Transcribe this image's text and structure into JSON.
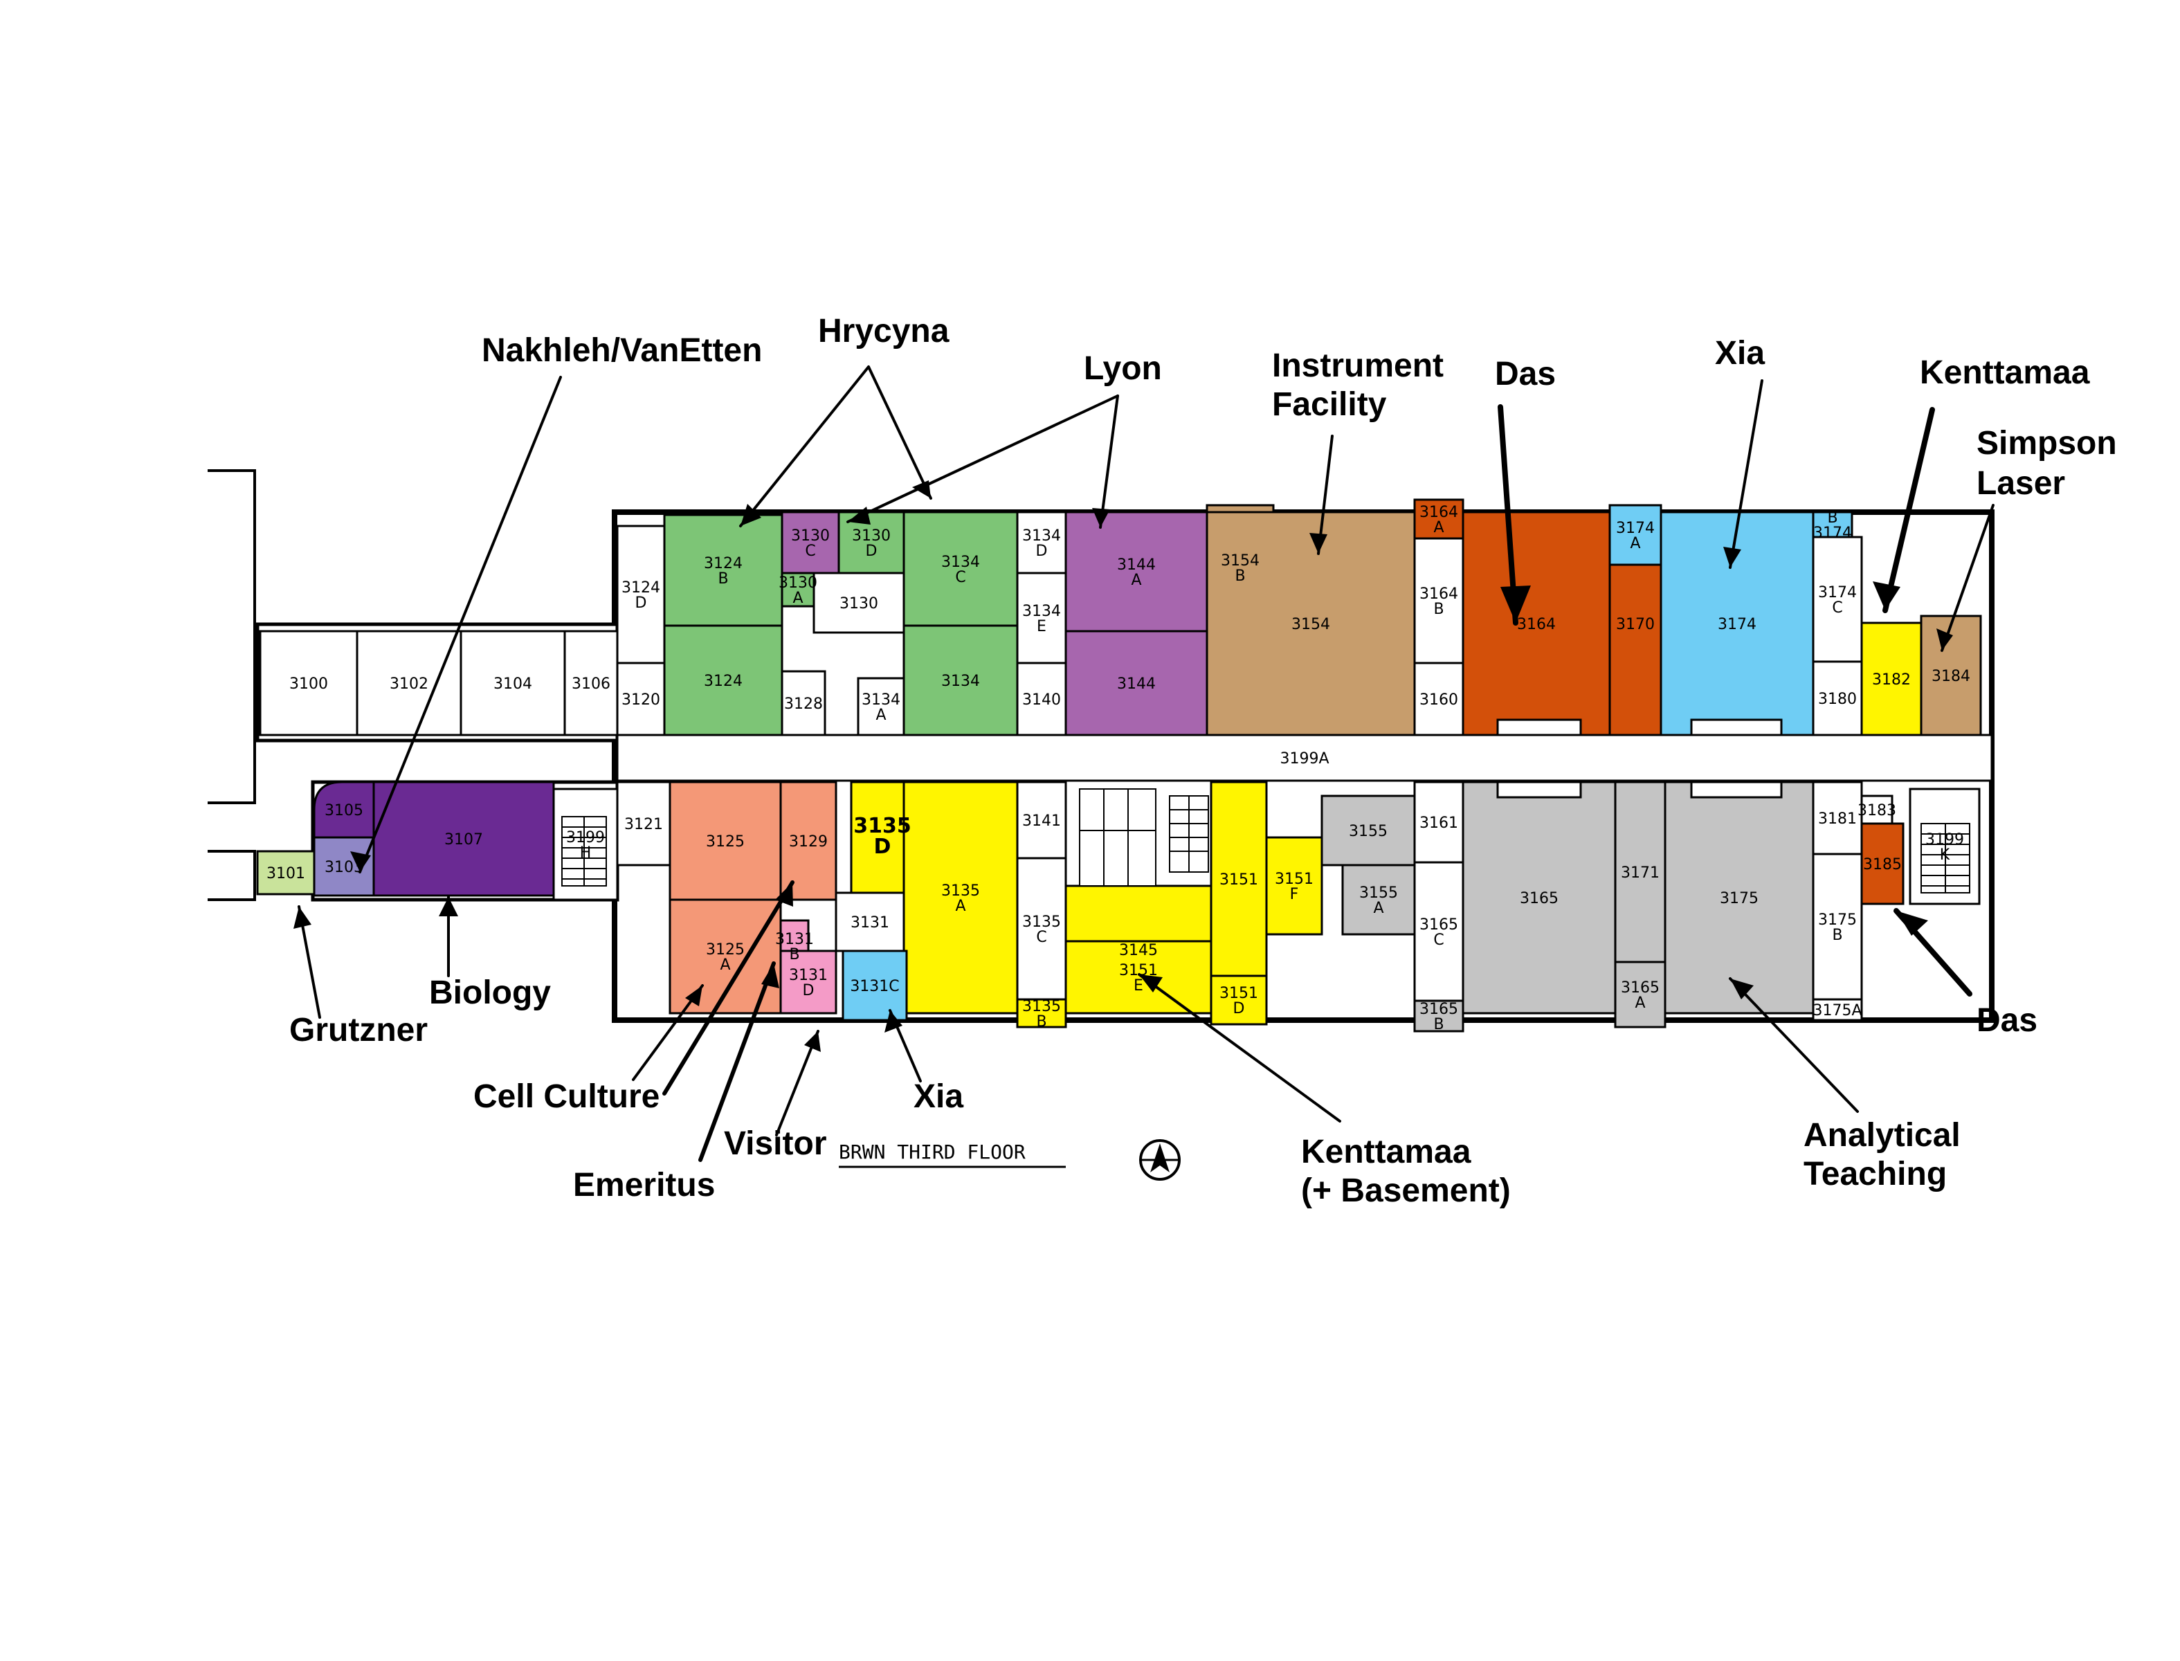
{
  "palette": {
    "green": "#7dc576",
    "purple": "#a766ae",
    "tan": "#c79d6c",
    "orange": "#d3500a",
    "light_blue": "#6fcdf4",
    "yellow": "#fff500",
    "salmon": "#f49877",
    "gray": "#c4c4c4",
    "dark_purple": "#6a2a93",
    "lavender": "#8f87c6",
    "light_green": "#c9e39b",
    "pink": "#f49bc7",
    "corridor": "#ffffff",
    "wall": "#000000"
  },
  "caption": "BRWN THIRD FLOOR",
  "compass": "north-arrow-icon",
  "labels": [
    {
      "id": "nakhleh",
      "text": "Nakhleh/VanEtten"
    },
    {
      "id": "hrycyna",
      "text": "Hrycyna"
    },
    {
      "id": "lyon",
      "text": "Lyon"
    },
    {
      "id": "instrument1",
      "text": "Instrument"
    },
    {
      "id": "instrument2",
      "text": "Facility"
    },
    {
      "id": "das_top",
      "text": "Das"
    },
    {
      "id": "xia_top",
      "text": "Xia"
    },
    {
      "id": "kenttamaa_top",
      "text": "Kenttamaa"
    },
    {
      "id": "simpson1",
      "text": "Simpson"
    },
    {
      "id": "simpson2",
      "text": "Laser"
    },
    {
      "id": "biology",
      "text": "Biology"
    },
    {
      "id": "grutzner",
      "text": "Grutzner"
    },
    {
      "id": "cellculture",
      "text": "Cell Culture"
    },
    {
      "id": "visitor",
      "text": "Visitor"
    },
    {
      "id": "xia_bottom",
      "text": "Xia"
    },
    {
      "id": "emeritus",
      "text": "Emeritus"
    },
    {
      "id": "kenttamaa_b1",
      "text": "Kenttamaa"
    },
    {
      "id": "kenttamaa_b2",
      "text": "(+ Basement)"
    },
    {
      "id": "analytical1",
      "text": "Analytical"
    },
    {
      "id": "analytical2",
      "text": "Teaching"
    },
    {
      "id": "das_bottom",
      "text": "Das"
    }
  ],
  "rooms": [
    {
      "id": "r3100",
      "label": "3100",
      "color": "corridor"
    },
    {
      "id": "r3102",
      "label": "3102",
      "color": "corridor"
    },
    {
      "id": "r3104",
      "label": "3104",
      "color": "corridor"
    },
    {
      "id": "r3106",
      "label": "3106",
      "color": "corridor"
    },
    {
      "id": "r3120",
      "label": "3120",
      "color": "corridor"
    },
    {
      "id": "r3124d",
      "label": "3124 D",
      "color": "corridor"
    },
    {
      "id": "r3124b",
      "label": "3124 B",
      "color": "green"
    },
    {
      "id": "r3124",
      "label": "3124",
      "color": "green"
    },
    {
      "id": "r3128",
      "label": "3128",
      "color": "corridor"
    },
    {
      "id": "r3130c",
      "label": "3130 C",
      "color": "purple"
    },
    {
      "id": "r3130a",
      "label": "3130 A",
      "color": "green"
    },
    {
      "id": "r3130",
      "label": "3130",
      "color": "corridor"
    },
    {
      "id": "r3130d",
      "label": "3130 D",
      "color": "green"
    },
    {
      "id": "r3134a",
      "label": "3134 A",
      "color": "corridor"
    },
    {
      "id": "r3134c",
      "label": "3134 C",
      "color": "green"
    },
    {
      "id": "r3134",
      "label": "3134",
      "color": "green"
    },
    {
      "id": "r3134d",
      "label": "3134 D",
      "color": "corridor"
    },
    {
      "id": "r3134e",
      "label": "3134 E",
      "color": "corridor"
    },
    {
      "id": "r3140",
      "label": "3140",
      "color": "corridor"
    },
    {
      "id": "r3144a",
      "label": "3144 A",
      "color": "purple"
    },
    {
      "id": "r3144",
      "label": "3144",
      "color": "purple"
    },
    {
      "id": "r3154b",
      "label": "3154 B",
      "color": "tan"
    },
    {
      "id": "r3154",
      "label": "3154",
      "color": "tan"
    },
    {
      "id": "r3164a",
      "label": "3164 A",
      "color": "orange"
    },
    {
      "id": "r3164b",
      "label": "3164 B",
      "color": "corridor"
    },
    {
      "id": "r3160",
      "label": "3160",
      "color": "corridor"
    },
    {
      "id": "r3164",
      "label": "3164",
      "color": "orange"
    },
    {
      "id": "r3170",
      "label": "3170",
      "color": "orange"
    },
    {
      "id": "r3174a",
      "label": "3174 A",
      "color": "light_blue"
    },
    {
      "id": "r3174",
      "label": "3174",
      "color": "light_blue"
    },
    {
      "id": "r3174b",
      "label": "B 3174",
      "color": "light_blue"
    },
    {
      "id": "r3174c",
      "label": "3174 C",
      "color": "corridor"
    },
    {
      "id": "r3180",
      "label": "3180",
      "color": "corridor"
    },
    {
      "id": "r3182",
      "label": "3182",
      "color": "yellow"
    },
    {
      "id": "r3184",
      "label": "3184",
      "color": "tan"
    },
    {
      "id": "r3199a",
      "label": "3199A",
      "color": "corridor"
    },
    {
      "id": "r3101",
      "label": "3101",
      "color": "light_green"
    },
    {
      "id": "r3103",
      "label": "3103",
      "color": "lavender"
    },
    {
      "id": "r3105",
      "label": "3105",
      "color": "dark_purple"
    },
    {
      "id": "r3107",
      "label": "3107",
      "color": "dark_purple"
    },
    {
      "id": "r3121",
      "label": "3121",
      "color": "corridor"
    },
    {
      "id": "r3125",
      "label": "3125",
      "color": "salmon"
    },
    {
      "id": "r3125a",
      "label": "3125 A",
      "color": "salmon"
    },
    {
      "id": "r3129",
      "label": "3129",
      "color": "salmon"
    },
    {
      "id": "r3135d",
      "label": "3135 D",
      "color": "yellow"
    },
    {
      "id": "r3135a",
      "label": "3135 A",
      "color": "yellow"
    },
    {
      "id": "r3131",
      "label": "3131",
      "color": "corridor"
    },
    {
      "id": "r3131b",
      "label": "3131 B",
      "color": "pink"
    },
    {
      "id": "r3131d",
      "label": "3131 D",
      "color": "pink"
    },
    {
      "id": "r3131c",
      "label": "3131C",
      "color": "light_blue"
    },
    {
      "id": "r3141",
      "label": "3141",
      "color": "corridor"
    },
    {
      "id": "r3135c",
      "label": "3135 C",
      "color": "corridor"
    },
    {
      "id": "r3135b",
      "label": "3135 B",
      "color": "yellow"
    },
    {
      "id": "r3145",
      "label": "3145",
      "color": "yellow"
    },
    {
      "id": "r3151",
      "label": "3151",
      "color": "yellow"
    },
    {
      "id": "r3151e",
      "label": "3151 E",
      "color": "yellow"
    },
    {
      "id": "r3151f",
      "label": "3151 F",
      "color": "yellow"
    },
    {
      "id": "r3151d",
      "label": "3151 D",
      "color": "yellow"
    },
    {
      "id": "r3155",
      "label": "3155",
      "color": "gray"
    },
    {
      "id": "r3155a",
      "label": "3155 A",
      "color": "gray"
    },
    {
      "id": "r3161",
      "label": "3161",
      "color": "corridor"
    },
    {
      "id": "r3165",
      "label": "3165",
      "color": "gray"
    },
    {
      "id": "r3165c",
      "label": "3165 C",
      "color": "corridor"
    },
    {
      "id": "r3165b",
      "label": "3165 B",
      "color": "gray"
    },
    {
      "id": "r3171",
      "label": "3171",
      "color": "gray"
    },
    {
      "id": "r3165a",
      "label": "3165 A",
      "color": "gray"
    },
    {
      "id": "r3175",
      "label": "3175",
      "color": "gray"
    },
    {
      "id": "r3181",
      "label": "3181",
      "color": "corridor"
    },
    {
      "id": "r3175b",
      "label": "3175 B",
      "color": "corridor"
    },
    {
      "id": "r3175a",
      "label": "3175A",
      "color": "corridor"
    },
    {
      "id": "r3183",
      "label": "3183",
      "color": "corridor"
    },
    {
      "id": "r3185",
      "label": "3185",
      "color": "orange"
    },
    {
      "id": "r3199k",
      "label": "3199 K",
      "color": "corridor"
    },
    {
      "id": "r3199h",
      "label": "3199 H",
      "color": "corridor"
    }
  ]
}
